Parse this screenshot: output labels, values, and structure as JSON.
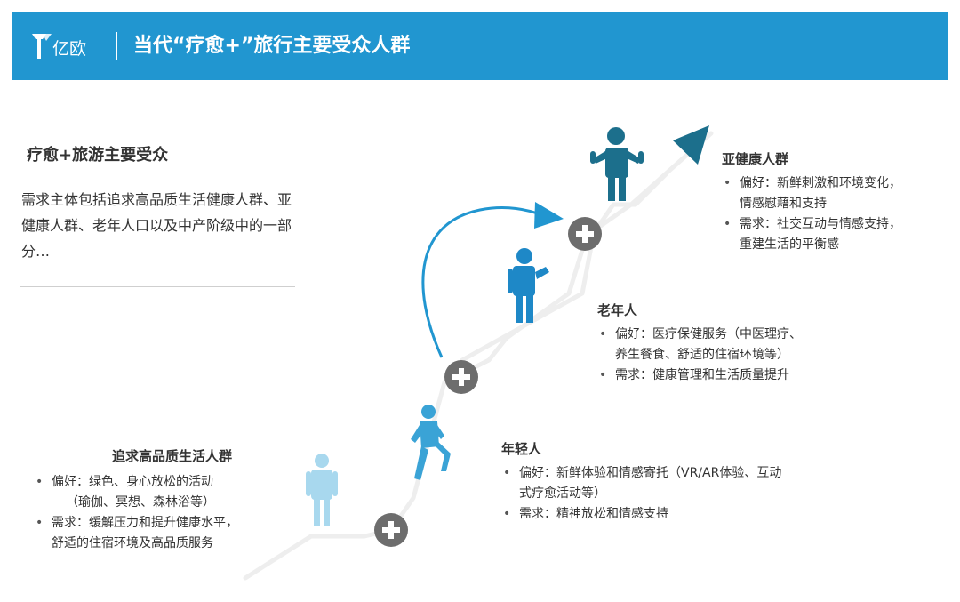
{
  "header": {
    "logo_text": "亿欧",
    "title": "当代“疗愈+”旅行主要受众人群"
  },
  "intro": {
    "title": "疗愈+旅游主要受众",
    "description": "需求主体包括追求高品质生活健康人群、亚健康人群、老年人口以及中产阶级中的一部分…"
  },
  "groups": [
    {
      "name": "追求高品质生活人群",
      "bullets": [
        "偏好：绿色、身心放松的活动",
        "（瑜伽、冥想、森林浴等）",
        "需求：缓解压力和提升健康水平，",
        "舒适的住宿环境及高品质服务"
      ]
    },
    {
      "name": "年轻人",
      "bullets": [
        "偏好：新鲜体验和情感寄托（VR/AR体验、互动",
        "式疗愈活动等）",
        "需求：精神放松和情感支持"
      ]
    },
    {
      "name": "老年人",
      "bullets": [
        "偏好：医疗保健服务（中医理疗、",
        "养生餐食、舒适的住宿环境等）",
        "需求：健康管理和生活质量提升"
      ]
    },
    {
      "name": "亚健康人群",
      "bullets": [
        "偏好：新鲜刺激和环境变化，",
        "情感慰藉和支持",
        "需求：社交互动与情感支持，",
        "重建生活的平衡感"
      ]
    }
  ],
  "colors": {
    "header_bg": "#2196d0",
    "accent_blue": "#2196d0",
    "dark_teal": "#1c6f8c",
    "light_blue": "#a8d8ee",
    "plus_gray": "#6d6d6d",
    "stair_gray": "#eeeeee"
  }
}
